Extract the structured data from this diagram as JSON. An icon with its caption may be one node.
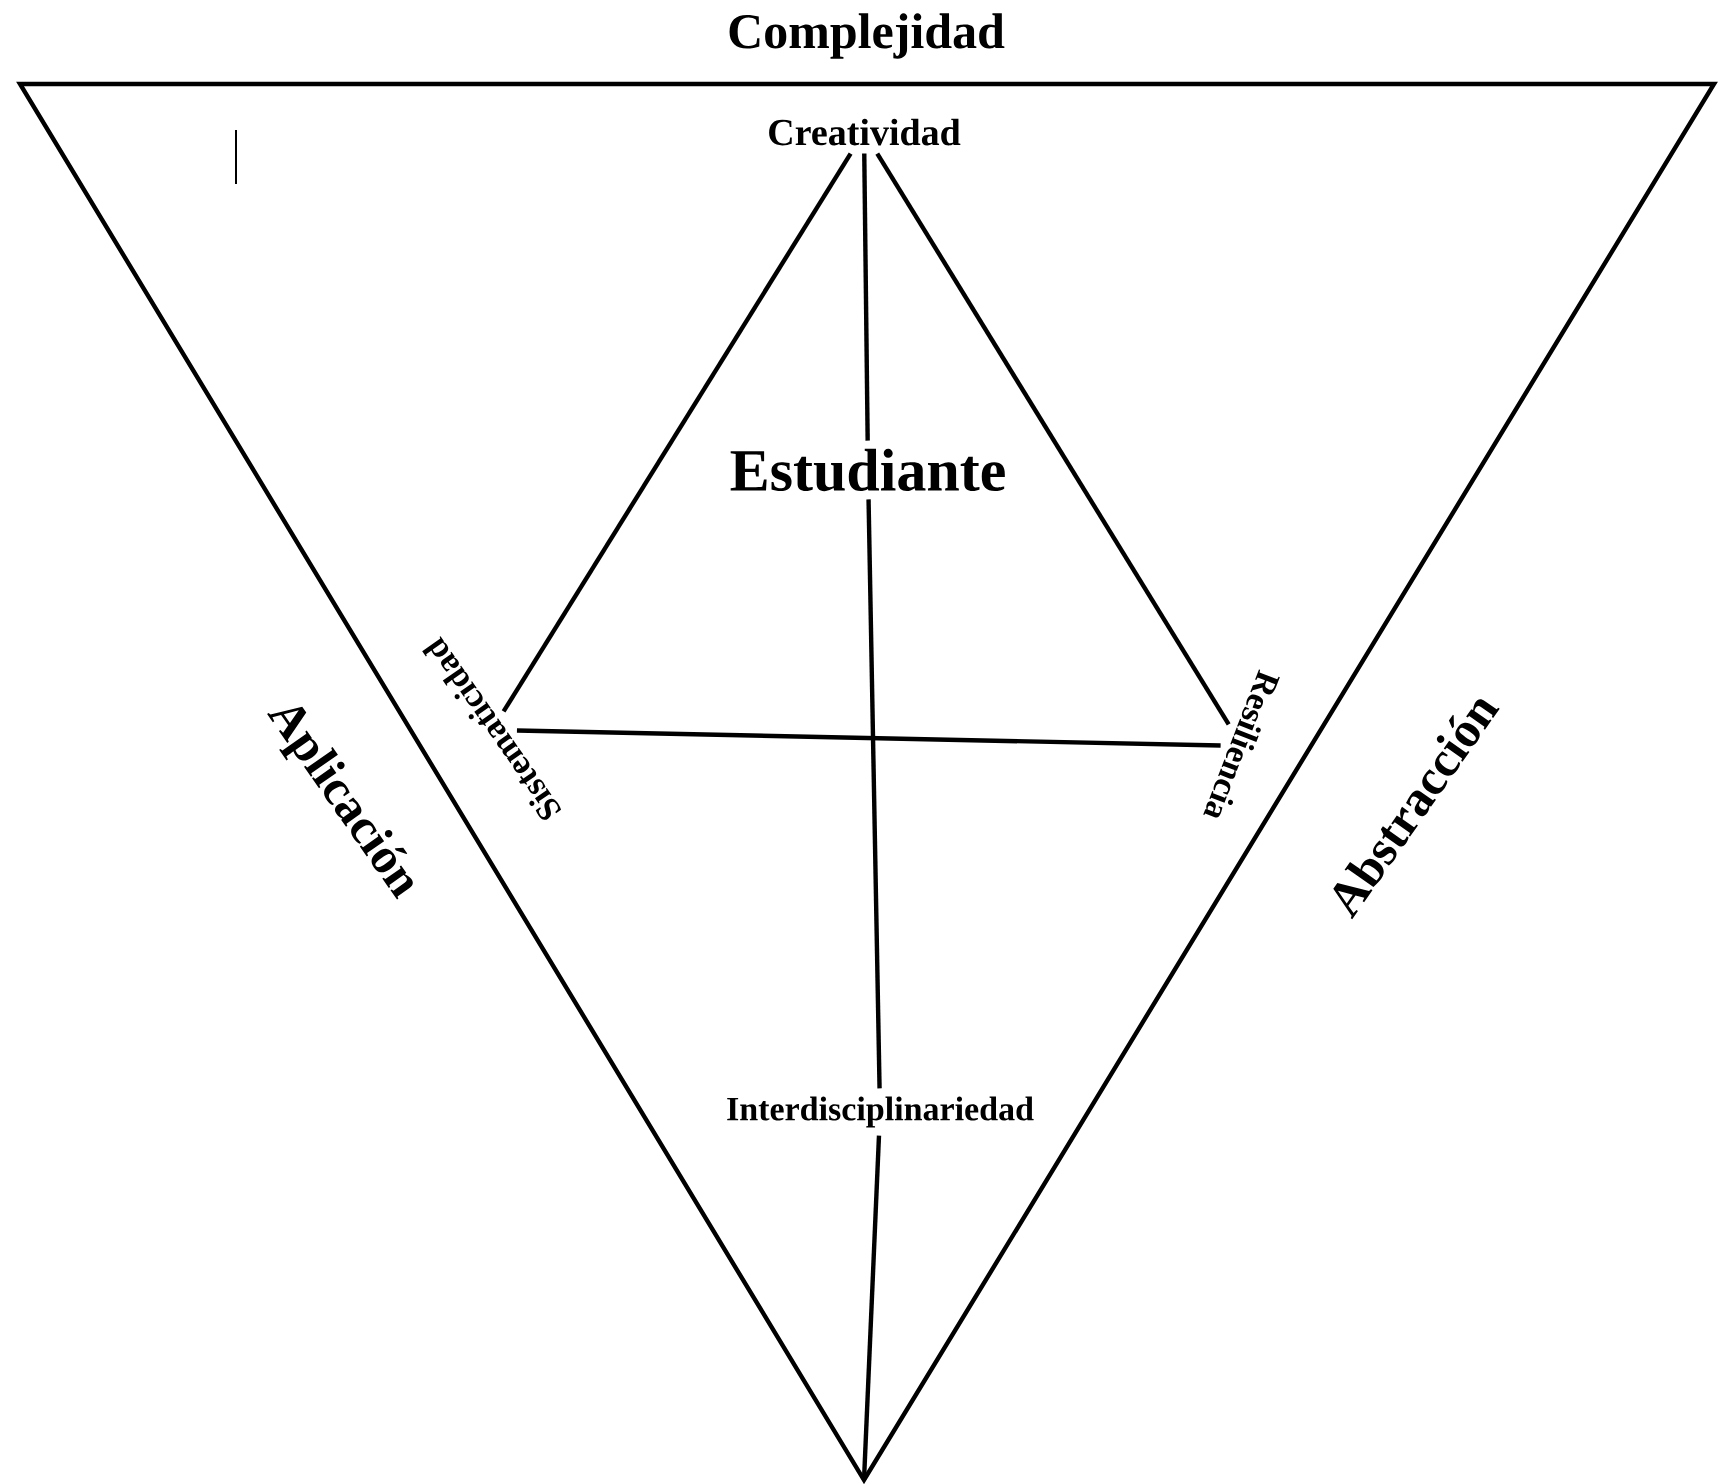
{
  "diagram": {
    "title": "Complejidad",
    "nodes": [
      {
        "text": [
          "Creatividad"
        ]
      },
      {
        "text": [
          "Estudiante"
        ]
      },
      {
        "text": [
          "Sistematicidad"
        ]
      },
      {
        "text": [
          "Resiliencia"
        ]
      },
      {
        "text": [
          "Interdisciplinariedad"
        ]
      }
    ],
    "edges": [
      {
        "from": 0,
        "to": 2,
        "arrow": "none"
      },
      {
        "from": 0,
        "to": 3,
        "arrow": "none"
      },
      {
        "from": 2,
        "to": 3,
        "arrow": "none"
      },
      {
        "from": 0,
        "to": 1,
        "arrow": "none"
      },
      {
        "from": 1,
        "to": 4,
        "arrow": "none"
      },
      {
        "from": 4,
        "to": null,
        "arrow": "none"
      }
    ],
    "labels": [
      "Aplicación",
      "Abstracción"
    ]
  }
}
